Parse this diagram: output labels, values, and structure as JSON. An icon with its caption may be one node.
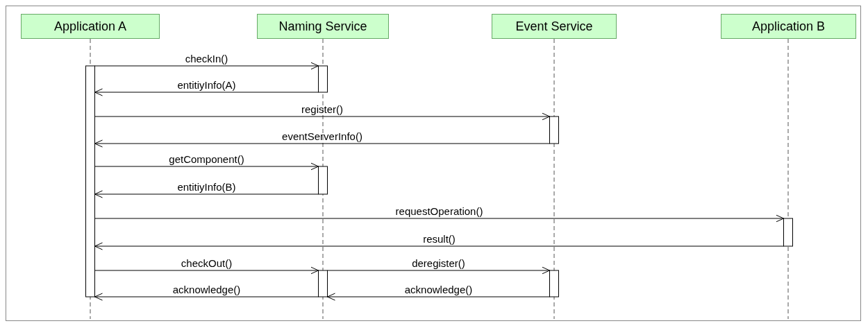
{
  "diagram": {
    "nodes": [
      {
        "text": [
          "Application A"
        ]
      },
      {
        "text": [
          "Naming Service"
        ]
      },
      {
        "text": [
          "Event Service"
        ]
      },
      {
        "text": [
          "Application B"
        ]
      },
      {
        "text": [],
        "shape": "bar"
      },
      {
        "text": [],
        "shape": "bar"
      },
      {
        "text": [],
        "shape": "bar"
      },
      {
        "text": [],
        "shape": "bar"
      },
      {
        "text": [],
        "shape": "bar"
      },
      {
        "text": [],
        "shape": "bar"
      },
      {
        "text": [],
        "shape": "bar"
      }
    ],
    "edges": [
      {
        "from": 4,
        "to": 5,
        "arrow": "to",
        "label": "checkIn()"
      },
      {
        "from": 5,
        "to": 4,
        "arrow": "to",
        "label": "entitiyInfo(A)"
      },
      {
        "from": 4,
        "to": 8,
        "arrow": "to",
        "label": "register()"
      },
      {
        "from": 8,
        "to": 4,
        "arrow": "to",
        "label": "eventServerInfo()"
      },
      {
        "from": 4,
        "to": 6,
        "arrow": "to",
        "label": "getComponent()"
      },
      {
        "from": 6,
        "to": 4,
        "arrow": "to",
        "label": "entitiyInfo(B)"
      },
      {
        "from": 4,
        "to": 10,
        "arrow": "to",
        "label": "requestOperation()"
      },
      {
        "from": 10,
        "to": 4,
        "arrow": "to",
        "label": "result()"
      },
      {
        "from": 4,
        "to": 7,
        "arrow": "to",
        "label": "checkOut()"
      },
      {
        "from": 7,
        "to": 9,
        "arrow": "to",
        "label": "deregister()"
      },
      {
        "from": 9,
        "to": 7,
        "arrow": "to",
        "label": "acknowledge()"
      },
      {
        "from": 7,
        "to": 4,
        "arrow": "to",
        "label": "acknowledge()"
      }
    ]
  }
}
